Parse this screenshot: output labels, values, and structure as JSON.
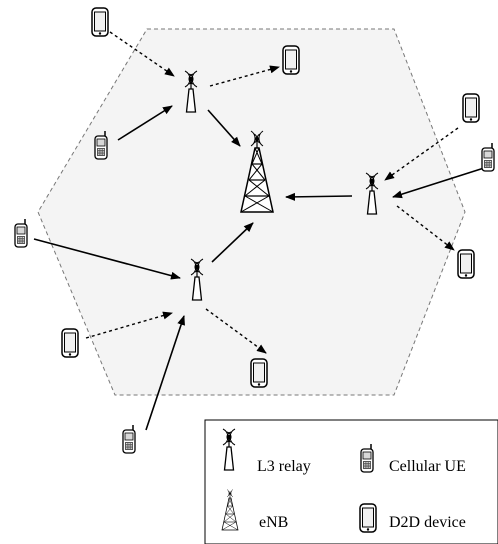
{
  "legend": {
    "relay_label": "L3 relay",
    "cellular_label": "Cellular UE",
    "enb_label": "eNB",
    "d2d_label": "D2D device"
  },
  "icons": {
    "relay": "antenna-tower-icon",
    "enb": "lattice-tower-icon",
    "cellular": "cellular-phone-icon",
    "d2d": "d2d-device-icon"
  },
  "links": {
    "cellular_link": "solid-arrow",
    "d2d_link": "dotted-arrow"
  }
}
